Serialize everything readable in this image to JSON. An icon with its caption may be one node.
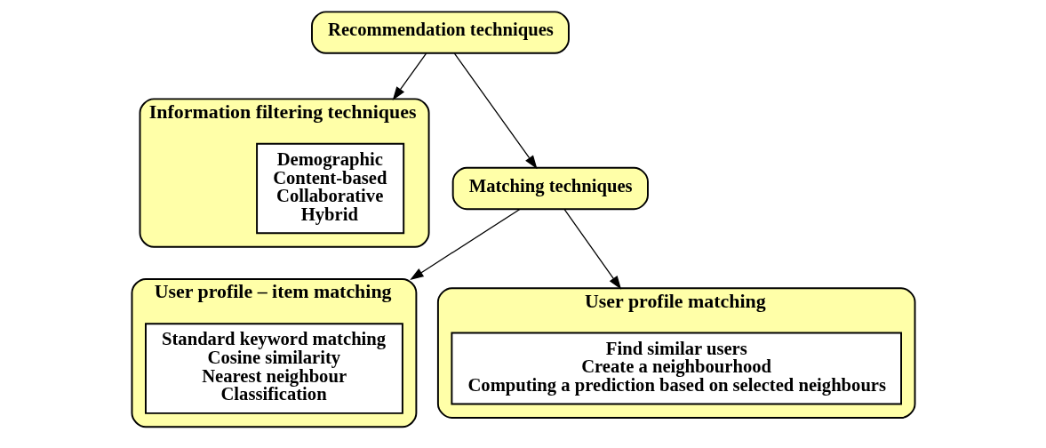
{
  "diagram": {
    "nodes": [
      {
        "text": [
          "Recommendation techniques"
        ]
      },
      {
        "text": [
          "Information filtering techniques"
        ]
      },
      {
        "text": [
          "Demographic",
          "Content-based",
          "Collaborative",
          "Hybrid"
        ],
        "in": 1
      },
      {
        "text": [
          "Matching techniques"
        ]
      },
      {
        "text": [
          "User profile – item matching"
        ]
      },
      {
        "text": [
          "Standard keyword matching",
          "Cosine similarity",
          "Nearest neighbour",
          "Classification"
        ],
        "in": 4
      },
      {
        "text": [
          "User profile matching"
        ]
      },
      {
        "text": [
          "Find similar users",
          "Create a neighbourhood",
          "Computing a prediction based on selected neighbours"
        ],
        "in": 6
      }
    ],
    "edges": [
      {
        "from": 0,
        "to": 1,
        "arrow": "to"
      },
      {
        "from": 0,
        "to": 3,
        "arrow": "to"
      },
      {
        "from": 3,
        "to": 4,
        "arrow": "to"
      },
      {
        "from": 3,
        "to": 6,
        "arrow": "to"
      }
    ]
  }
}
